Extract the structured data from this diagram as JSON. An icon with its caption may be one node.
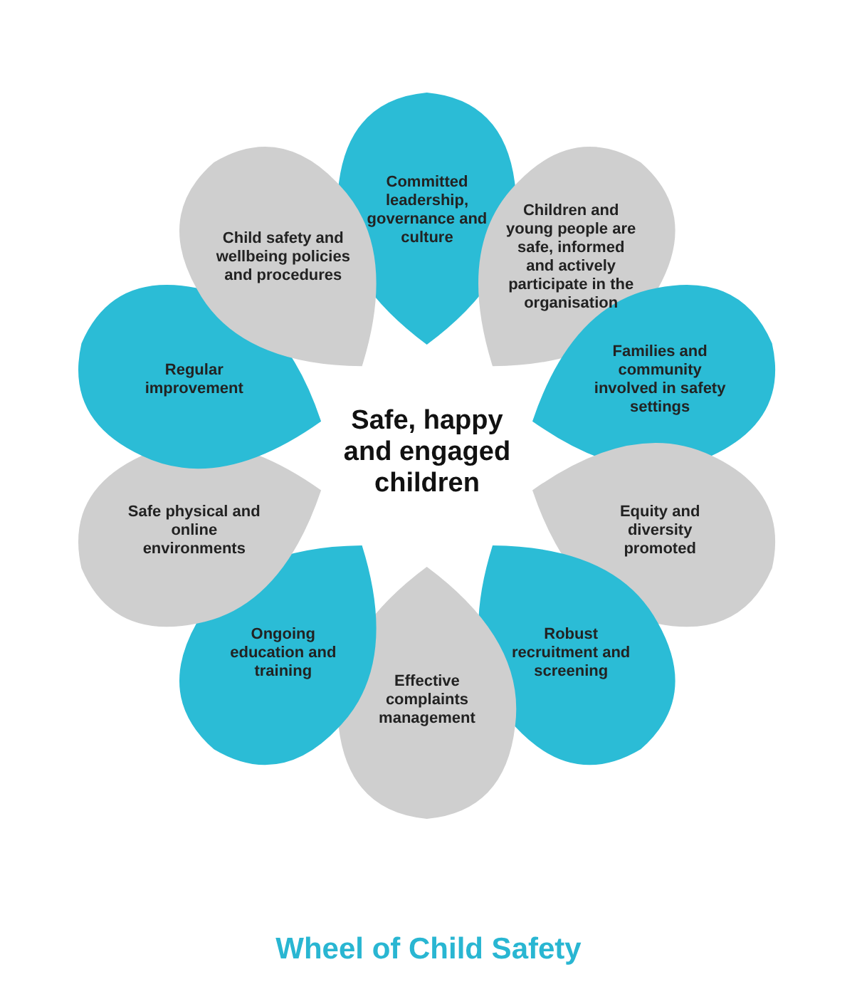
{
  "diagram": {
    "caption": "Wheel of Child Safety",
    "nodes": [
      {
        "text": [
          "Committed leadership, governance and culture"
        ]
      },
      {
        "text": [
          "Children and young people are safe, informed and actively participate in the organisation"
        ]
      },
      {
        "text": [
          "Families and community involved in safety settings"
        ]
      },
      {
        "text": [
          "Equity and diversity promoted"
        ]
      },
      {
        "text": [
          "Robust recruitment and screening"
        ]
      },
      {
        "text": [
          "Effective complaints management"
        ]
      },
      {
        "text": [
          "Ongoing education and training"
        ]
      },
      {
        "text": [
          "Safe physical and online environments"
        ]
      },
      {
        "text": [
          "Regular improvement"
        ]
      },
      {
        "text": [
          "Child safety and wellbeing policies and procedures"
        ]
      }
    ],
    "edges": [],
    "labels": [
      "Safe, happy and engaged children"
    ]
  }
}
